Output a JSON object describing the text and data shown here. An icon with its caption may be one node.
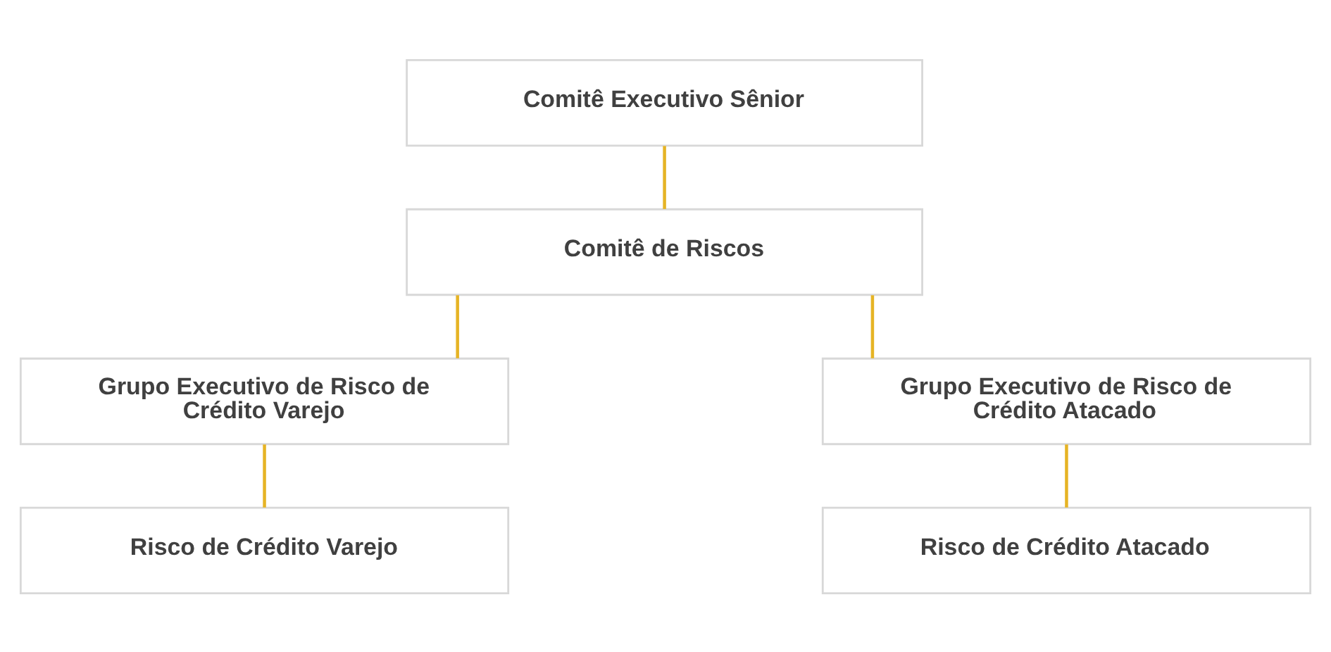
{
  "diagram": {
    "nodes": [
      {
        "text": [
          "Comitê Executivo Sênior"
        ]
      },
      {
        "text": [
          "Comitê de Riscos"
        ]
      },
      {
        "text": [
          "Grupo Executivo de Risco de Crédito Varejo"
        ]
      },
      {
        "text": [
          "Grupo Executivo de Risco de Crédito Atacado"
        ]
      },
      {
        "text": [
          "Risco de Crédito Varejo"
        ]
      },
      {
        "text": [
          "Risco de Crédito Atacado"
        ]
      }
    ],
    "edges": [
      {
        "from": 0,
        "to": 1,
        "arrow": "none"
      },
      {
        "from": 1,
        "to": 2,
        "arrow": "none"
      },
      {
        "from": 1,
        "to": 3,
        "arrow": "none"
      },
      {
        "from": 2,
        "to": 4,
        "arrow": "none"
      },
      {
        "from": 3,
        "to": 5,
        "arrow": "none"
      }
    ]
  }
}
